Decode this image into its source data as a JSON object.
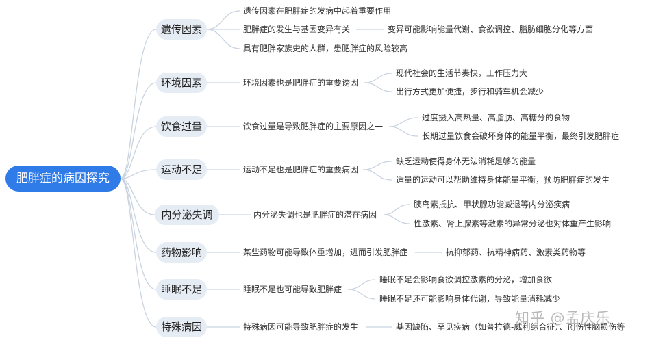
{
  "root": "肥胖症的病因探究",
  "branches": [
    {
      "category": "遗传因素",
      "points": [
        {
          "text": "遗传因素在肥胖症的发病中起着重要作用"
        },
        {
          "text": "肥胖症的发生与基因变异有关",
          "details": [
            "变异可能影响能量代谢、食欲调控、脂肪细胞分化等方面"
          ]
        },
        {
          "text": "具有肥胖家族史的人群，患肥胖症的风险较高"
        }
      ]
    },
    {
      "category": "环境因素",
      "points": [
        {
          "text": "环境因素也是肥胖症的重要诱因",
          "details": [
            "现代社会的生活节奏快，工作压力大",
            "出行方式更加便捷，步行和骑车机会减少"
          ]
        }
      ]
    },
    {
      "category": "饮食过量",
      "points": [
        {
          "text": "饮食过量是导致肥胖症的主要原因之一",
          "details": [
            "过度摄入高热量、高脂肪、高糖分的食物",
            "长期过量饮食会破坏身体的能量平衡，最终引发肥胖症"
          ]
        }
      ]
    },
    {
      "category": "运动不足",
      "points": [
        {
          "text": "运动不足也是肥胖症的重要病因",
          "details": [
            "缺乏运动使得身体无法消耗足够的能量",
            "适量的运动可以帮助维持身体能量平衡，预防肥胖症的发生"
          ]
        }
      ]
    },
    {
      "category": "内分泌失调",
      "points": [
        {
          "text": "内分泌失调也是肥胖症的潜在病因",
          "details": [
            "胰岛素抵抗、甲状腺功能减退等内分泌疾病",
            "性激素、肾上腺素等激素的异常分泌也对体重产生影响"
          ]
        }
      ]
    },
    {
      "category": "药物影响",
      "points": [
        {
          "text": "某些药物可能导致体重增加，进而引发肥胖症",
          "details": [
            "抗抑郁药、抗精神病药、激素类药物等"
          ]
        }
      ]
    },
    {
      "category": "睡眠不足",
      "points": [
        {
          "text": "睡眠不足也可能导致肥胖症",
          "details": [
            "睡眠不足会影响食欲调控激素的分泌，增加食欲",
            "睡眠不足还可能影响身体代谢，导致能量消耗减少"
          ]
        }
      ]
    },
    {
      "category": "特殊病因",
      "points": [
        {
          "text": "特殊病因可能导致肥胖症的发生",
          "details": [
            "基因缺陷、罕见疾病（如普拉德-威利综合征）、创伤性脑损伤等"
          ]
        }
      ]
    }
  ],
  "watermark": "知乎 @孟庆乐",
  "colors": {
    "root_bg": "#2f7be8",
    "category_bg": "#e6ecf4",
    "connector": "#c9d3df",
    "text": "#333333"
  }
}
